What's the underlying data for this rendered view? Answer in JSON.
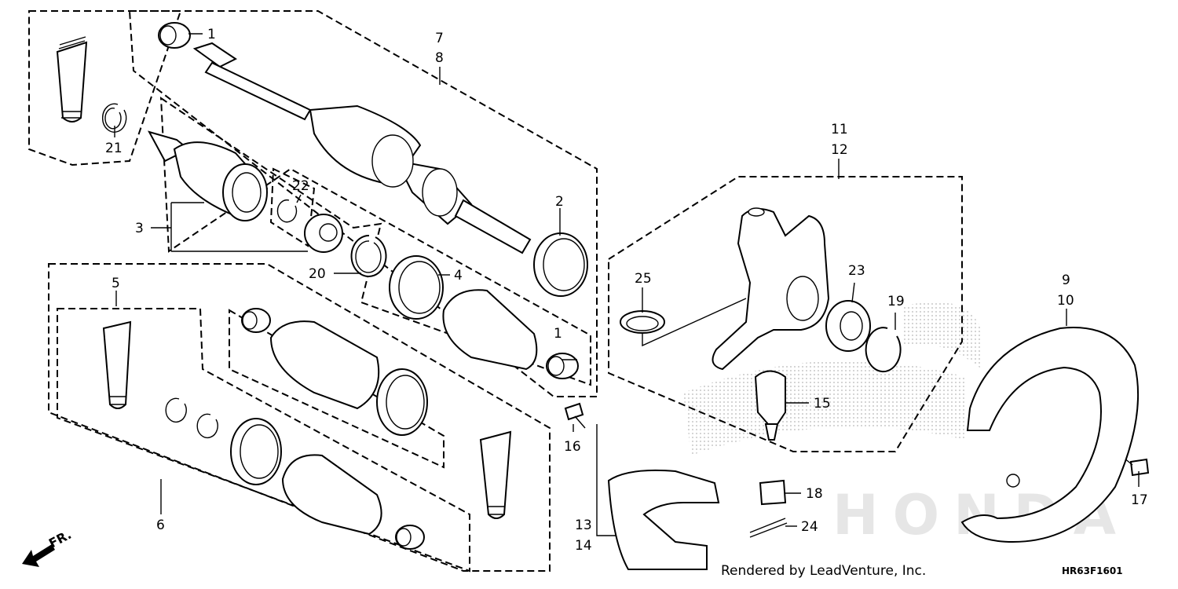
{
  "callouts": {
    "c1a": "1",
    "c1b": "1",
    "c2": "2",
    "c3": "3",
    "c4": "4",
    "c5": "5",
    "c6": "6",
    "c7": "7",
    "c8": "8",
    "c9": "9",
    "c10": "10",
    "c11": "11",
    "c12": "12",
    "c13": "13",
    "c14": "14",
    "c15": "15",
    "c16": "16",
    "c17": "17",
    "c18": "18",
    "c19": "19",
    "c20": "20",
    "c21": "21",
    "c22": "22",
    "c23": "23",
    "c24": "24",
    "c25": "25"
  },
  "direction_label": "FR.",
  "credit": "Rendered by LeadVenture, Inc.",
  "diagram_code": "HR63F1601",
  "watermark_text": "HONDA",
  "colors": {
    "line": "#000000",
    "background": "#ffffff",
    "watermark": "#d0d0d0"
  }
}
